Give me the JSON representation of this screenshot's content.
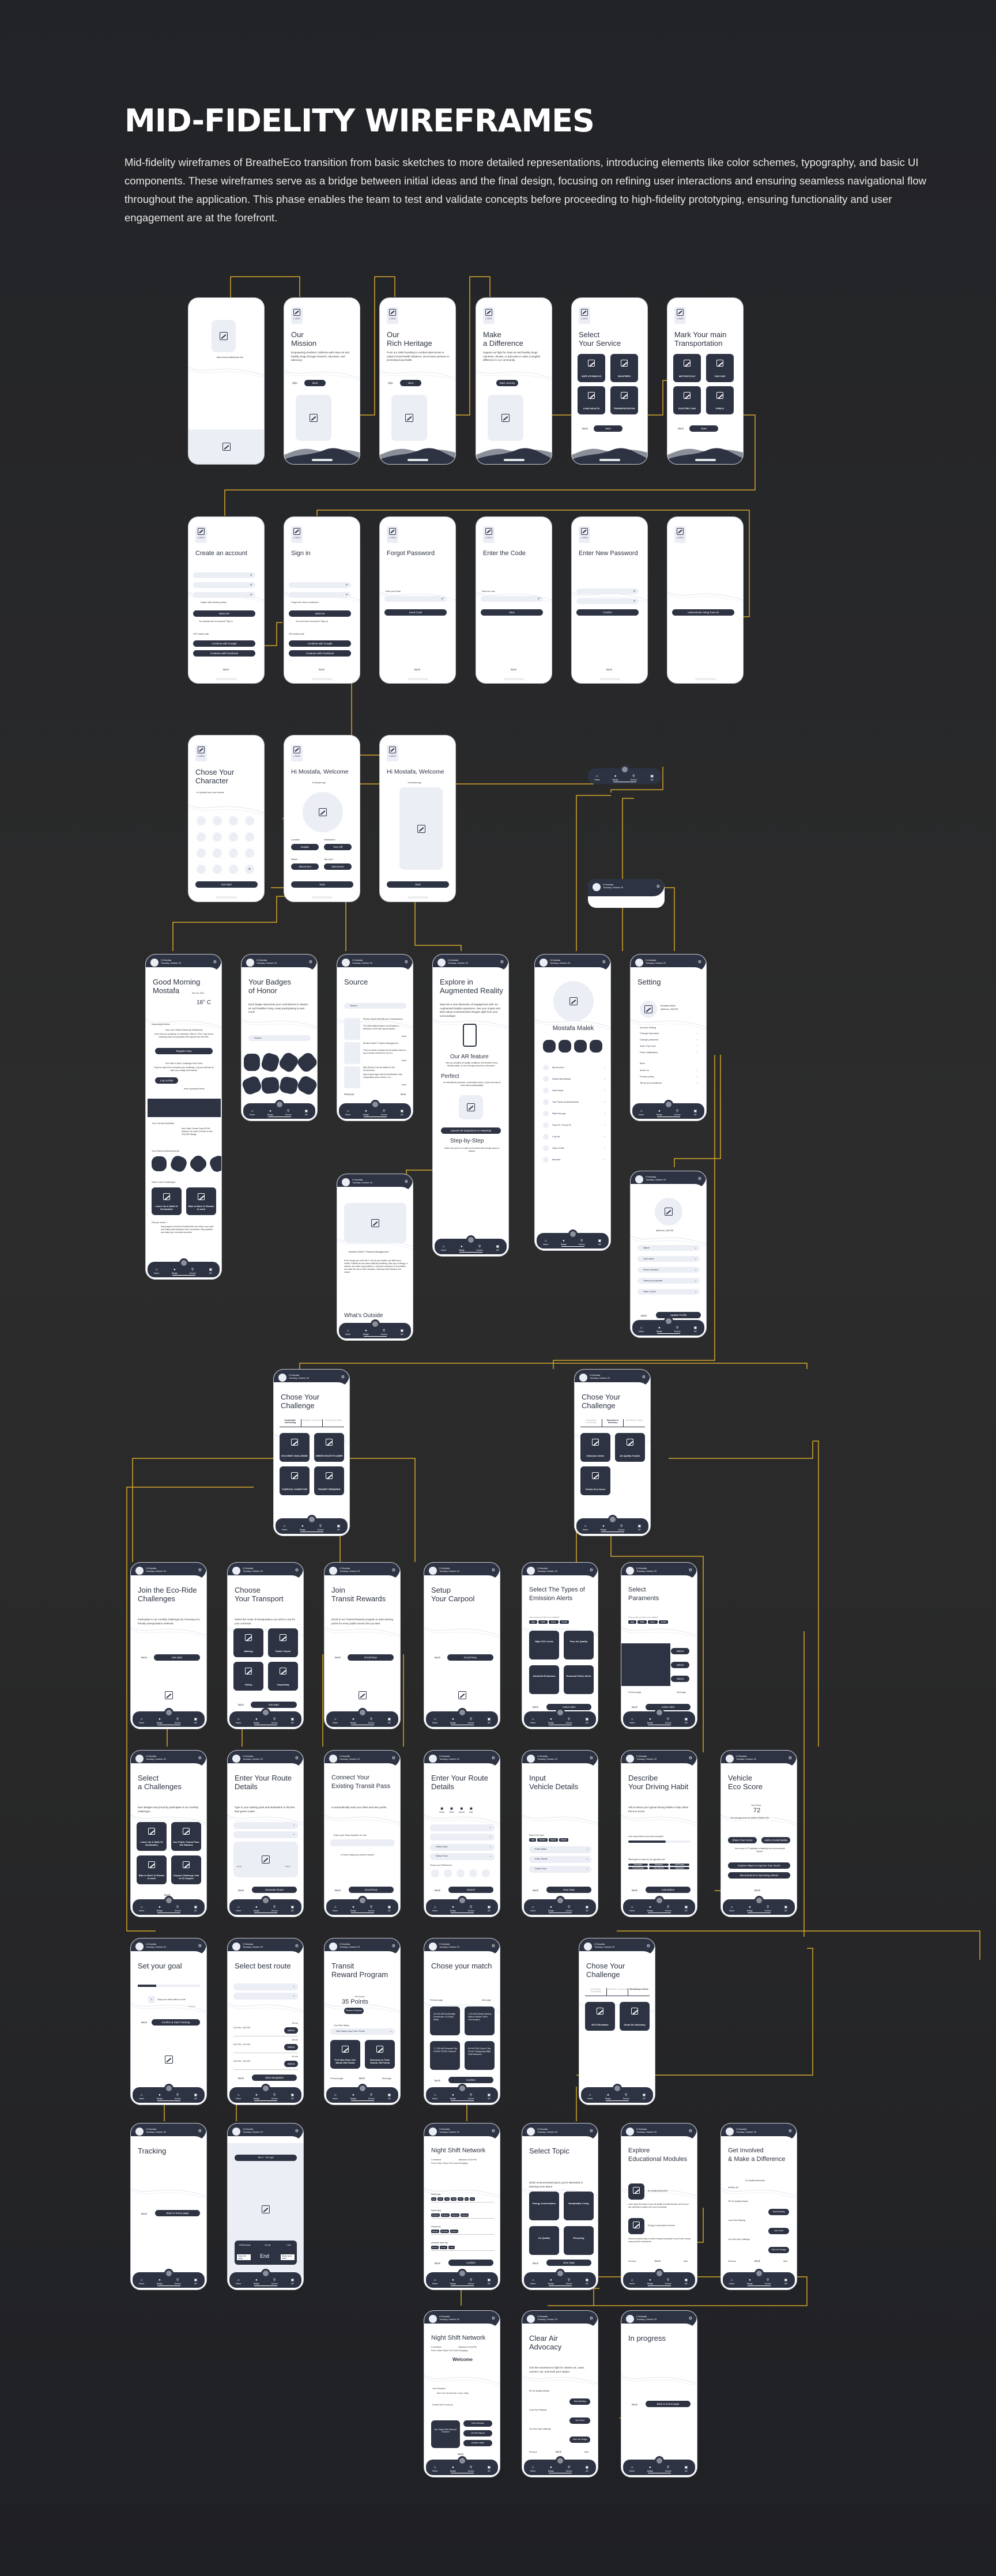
{
  "header": {
    "title": "MID-FIDELITY WIREFRAMES",
    "description": "Mid-fidelity wireframes of BreatheEco transition from basic sketches to more detailed representations, introducing elements like color schemes, typography, and basic UI components. These wireframes serve as a bridge between initial ideas and the final design, focusing on refining user interactions and ensuring seamless navigational flow throughout the application. This phase enables the team to test and validate concepts before proceeding to high-fidelity prototyping, ensuring functionality and user engagement are at the forefront."
  },
  "colors": {
    "background": "#222327",
    "primary": "#2d3343",
    "wire": "#d4a62a",
    "placeholder": "#eceef6"
  },
  "common": {
    "logo": "LOGO",
    "greeting": "Hi Mostafa",
    "date": "Tuesday, October 29",
    "back": "Back",
    "nav": [
      "Home",
      "Badge",
      "",
      "Source",
      "AR"
    ],
    "icons": {
      "settings": "gear-icon",
      "image": "image-placeholder-icon"
    }
  },
  "onboarding": [
    {
      "url": "https://www.breatheinsde.com"
    },
    {
      "title": "Our\nMission",
      "desc": "Empowering Southern California with clean air and healthy lungs through research, education, and advocacy.",
      "skip": "Skip",
      "next": "Next"
    },
    {
      "title": "Our\nRich Heritage",
      "desc": "From our 1900 founding to combat tuberculosis to today's broad health initiatives, we've been pioneers in promoting lung health.",
      "skip": "Skip",
      "next": "Next"
    },
    {
      "title": "Make\na Difference",
      "desc": "Support our fight for clean air and healthy lungs. Volunteer, donate, or advocate to make a tangible difference in our community.",
      "next": "Start Journey"
    },
    {
      "title": "Select\nYour Service",
      "tiles": [
        "VAPE &TOBACCO",
        "WILDFIRES",
        "LUNG HEALTH",
        "TRANSPORTATION"
      ],
      "back": "Back",
      "next": "Next"
    },
    {
      "title": "Mark Your main\nTransportation",
      "tiles": [
        "MOTORCYCLE",
        "GAS CAR",
        "ELECTRIC CAR",
        "PUBLIC"
      ],
      "back": "Back",
      "next": "Start"
    }
  ],
  "auth": [
    {
      "title": "Create an account",
      "privacy": "I agree with privacy policy",
      "button": "SIGN UP",
      "switch": "You already have an account? Sign in",
      "or": "OR Continue with",
      "google": "Continue with Google",
      "facebook": "Continue with Facebook",
      "back": "Back"
    },
    {
      "title": "Sign in",
      "forgot": "Forgot user name or password",
      "button": "SIGN IN",
      "switch": "You don't have an account? Sign up",
      "or": "OR continue with",
      "google": "Continue with Google",
      "facebook": "Continue with Facebook",
      "back": "Back"
    },
    {
      "title": "Forgot Password",
      "label": "Enter your Email",
      "button": "Send Code",
      "back": "Back"
    },
    {
      "title": "Enter the Code",
      "label": "Enter the code",
      "button": "Next",
      "back": "Back"
    },
    {
      "title": "Enter New Password",
      "button": "Confirm",
      "back": "Back"
    },
    {
      "button": "Authenticate Using Face ID"
    }
  ],
  "setup": [
    {
      "title": "Chose Your\nCharacter",
      "sub": "or Upload from your device",
      "button": "Get Start"
    },
    {
      "title": "Hi Mostafa, Welcome",
      "sub": "To Breathe App",
      "location": "Location",
      "location_btn": "Enable",
      "notification": "Notification",
      "notification_btn": "Turn Off",
      "watch": "Watch",
      "watch_btn": "disconnect",
      "tap": "Tap card",
      "tap_btn": "disconnect",
      "button": "Start"
    },
    {
      "title": "Hi Mostafa, Welcome",
      "sub": "To Breathe App",
      "button": "Start"
    }
  ],
  "home": {
    "title": "Good Morning\nMostafa",
    "date": "Nov 16, 2024",
    "temp": "18° C",
    "upcoming": "Upcoming Events",
    "event1_title": "\"Join Our Virtual Clean Air Workshop\"",
    "event1_body": "Don't miss our workshop on November 15th at 7 PM. Learn about reducing indoor air pollutants with experts from the EPA.",
    "register": "Register Now",
    "event2_title": "Your 'Bike to Work' Challenge Ends Soon!",
    "event2_body": "Only two days left to complete your challenge. Log your last trips to claim your badge and rewards.",
    "log": "Log Activity",
    "more": "More upcoming Events",
    "current": "Your Current Activities",
    "activity": "Use Public Transit: Pass 87/100 Stations You need 13 Pass to earn GOLDEN Badge",
    "achievements": "Your Recent Achievements",
    "start_new": "Start a new Challenges",
    "tiles": [
      "Leave Car & Walk 10 Destination",
      "Bike to Work 12 Routes to work"
    ],
    "did_you_know": "Did you know ?",
    "fact": "Using apps to check live transit times can reduce your wait and make public transport more convenient. Stay updated and make your commute smoother."
  },
  "badges": {
    "title": "Your Badges\nof Honor",
    "desc": "Each badge represents your commitment to cleaner air and healthier living. Keep participating to earn more!",
    "search": "Search"
  },
  "source": {
    "title": "Source",
    "search": "Search",
    "items": [
      {
        "title": "Electric Vehicle Benefits and Considerations",
        "body": "The United States became a net exporter of petroleum in 2020 with exports imports ...",
        "more": "More"
      },
      {
        "title": "Breathe Easier™ Asthma Management",
        "body": "There are plenty of climate and air quality reasons to buy an electric vehicle (EV), but is it ...",
        "more": "More"
      },
      {
        "title": "Why Electric Cars Are Better for the Environment",
        "body": "Many experts agree that the electrification of the transportation sector will be in our ...",
        "more": "More"
      }
    ],
    "previous": "Previous",
    "next": "Next"
  },
  "article": {
    "title": "Breathe Easier™ Asthma Management",
    "body": "Even though you can't see it, the air you breathe can affect your health. Polluted air can cause difficulty breathing, flare-ups of allergy or asthma, and other lung problems. Long-term exposure to air pollution can raise the risk of other diseases, including heart disease and cancer.",
    "heading": "What's Outside"
  },
  "ar": {
    "title": "Explore in\nAugmented Reality",
    "desc": "Step into a new dimension of engagement with our Augmented Reality experience. See your impact and learn about environmental changes right from your surroundings!",
    "feature": "Our AR feature",
    "feature_desc": "lets you visualize air quality conditions, the benefits of eco-friendly habits, & more through immersive, interactive ...",
    "perfect": "Perfect",
    "perfect_desc": "for educational purposes, community events, or just a fun way to learn about sustainability!",
    "launch": "Launch AR Experience in Hawerlop",
    "steps": "Step-by-Step",
    "steps_desc": "Make sure you're in a safe environment with enough space to explore."
  },
  "profile": {
    "name": "Mostafa Malek",
    "handle": "@Mosei_348735",
    "menu": [
      "My Account",
      "Saved Beneficiary",
      "Dark Mode",
      "Two Factor Authentication",
      "Rate this app",
      "Face ID / Touch ID",
      "Log out",
      "Help Center",
      "Member"
    ]
  },
  "settings": {
    "title": "Setting",
    "name": "Mostafa Malek",
    "handle": "@Mosei_348735",
    "section1": "Account Setting",
    "items1": [
      "Change Username",
      "Change password",
      "Add a Tap Card",
      "Push notifications"
    ],
    "section2": "More",
    "items2": [
      "About us",
      "Privacy policy",
      "Terms and conditions"
    ]
  },
  "edit_profile": {
    "handle": "@Mosei_348735",
    "fields": [
      "Name",
      "Last name",
      "Phone Number",
      "Select your gender",
      "Date of birth"
    ],
    "button": "Update Profile"
  },
  "challenge_tabs": [
    "Sustainable Commuting",
    "Education & Advocacy",
    "Monitoring & Alerts"
  ],
  "challenges": [
    {
      "title": "Chose Your\nChallenge",
      "tiles": [
        "ECO-RIDE CHALLENGE",
        "GREEN ROUTE PLANER",
        "CARPOOL CONECTOR",
        "TRANSIT REWARDS"
      ]
    },
    {
      "title": "Chose Your\nChallenge",
      "tiles": [
        "Emission Alerts",
        "Air Quality Tracker",
        "Vehicle Eco-Score"
      ]
    },
    {
      "title": "Chose Your\nChallenge",
      "tiles": [
        "ECO Education",
        "Clean Air Advocacy"
      ]
    }
  ],
  "row1": [
    {
      "title": "Join the Eco-Ride\nChallenges",
      "desc": "Participate in our monthly challenges by choosing eco-friendly transportation methods.",
      "button": "Get Start"
    },
    {
      "title": "Choose\nYour Transport",
      "desc": "Select the mode of transportation you wish to use for your commute",
      "tiles": [
        "Walking",
        "Public Transit",
        "biking",
        "Carpooling"
      ],
      "button": "Get Start"
    },
    {
      "title": "Join\nTransit Rewards",
      "desc": "Enroll in our Transit Rewards program to start earning points for every public transit ride you take.",
      "button": "Enroll Now"
    },
    {
      "title": "Setup\nYour Carpool",
      "button": "Enroll Now"
    },
    {
      "title": "Select The Types of\nEmission Alerts",
      "prompt": "How would you like to be notified?",
      "channels": [
        "App",
        "SMS",
        "CALL",
        "Email"
      ],
      "tiles": [
        "High CO2 Levels",
        "Poor Air Quality",
        "Industrial Emissions",
        "Seasonal Pollen Alerts"
      ],
      "button": "Active Alert"
    },
    {
      "title": "Select\nParaments",
      "prompt": "How would you like to be notified?",
      "channels": [
        "App",
        "SMS",
        "CALL",
        "Email"
      ],
      "select": "Select",
      "prev": "Previous page",
      "next": "Next page",
      "button": "Active Alert"
    }
  ],
  "row2": [
    {
      "title": "Select\na Challenges",
      "desc": "Earn Badges and proud by participate in our monthly challenges.",
      "tiles": [
        "Leave Car & Walk 10 Destination",
        "Use Public Transit Pass 100 Stations",
        "Bike to Work 12 Routes to work",
        "Carpool Challenge Join to 10 Carpool"
      ]
    },
    {
      "title": "Enter Your Route\nDetails",
      "desc": "Type in your starting point and destination to find the best green routes.",
      "map_from": "Home",
      "map_to": "CSUN",
      "button": "Generate Route"
    },
    {
      "title": "Connect Your\nExisting Transit Pass",
      "desc": "to automatically track your rides and earn points.",
      "label": "Enter your Pass Number to Link",
      "scan": "or Scan it using your phone's camera",
      "button": "Enroll Now"
    },
    {
      "title": "Enter Your Route\nDetails",
      "places": [
        "Home",
        "Work",
        "School",
        "Add"
      ],
      "date": "Select Date",
      "time": "Select Time",
      "pref": "Chose your Preferences",
      "button": "Search"
    },
    {
      "title": "Input\nVehicle Details",
      "fuel": "Select Fuel Type",
      "fuels": [
        "Gas",
        "Electric",
        "Hybrid",
        "Diesel"
      ],
      "fields": [
        "Enter Make",
        "Enter Model",
        "Select Year"
      ],
      "button": "Next Step"
    },
    {
      "title": "Describe\nYour Driving Habit",
      "desc": "Tell us about your typical driving habits to help refine the Eco-Score",
      "q1": "How many miles do you drive annually?",
      "q2": "What types of roads do you typically use?",
      "roads": [
        "Mountain",
        "Resident",
        "Toll Roads",
        "Rural Roads",
        "City Streets",
        "Highways"
      ],
      "button": "Calculation"
    },
    {
      "title": "Vehicle\nEco Score",
      "score_label": "Your Score:",
      "score": "72",
      "avg": "The average score for similar vehicles is 81",
      "share": "Share Your Score",
      "social": "Add to Social Media",
      "note": "Your score of 72 indicates a relatively low environmental impact.",
      "explore": "Explore Ways to Improve Your Score",
      "recommend": "Recommend to improving vehicle"
    }
  ],
  "row3": [
    {
      "title": "Set your goal",
      "days": "3",
      "days_label": "Days per week bike to work",
      "weekly": "Weekly",
      "button": "Confirm & Start Tracking"
    },
    {
      "title": "Select best route",
      "routes": [
        {
          "time": "29 min",
          "span": "8:23 PM - 8:52 PM"
        },
        {
          "time": "36 min",
          "span": "8:31 PM - 9:01 PM"
        },
        {
          "time": "40 min",
          "span": "8:23 PM - 8:52 PM"
        }
      ],
      "select": "Select",
      "button": "Start Navigation"
    },
    {
      "title": "Transit\nReward Program",
      "score_label": "Your Score:",
      "points": "35 Points",
      "redeem": "Redeem Rewards",
      "history": "Your Ride History",
      "history_dd": "See History and Your Points",
      "tiles": [
        "Free Bus Pass One Month 500 Points",
        "Discount on Train Tickets 750 Points"
      ],
      "prev": "Previous page",
      "next": "Next page"
    },
    {
      "title": "Chose your match",
      "prev": "Previous page",
      "next": "Next page",
      "tiles": [
        "5-6:30 AM Northridge Downtown LA Early Birds",
        "7:00 AM Santa Monica Silicon Beach Tech Commuters",
        "7-7:30 AM Reseda City CSUN CSUN Carpool",
        "8-9:00 PM Culver City Grove Shopping Night Shift Network"
      ],
      "button": "Confirm"
    }
  ],
  "row4": [
    {
      "title": "Tracking",
      "button": "Back to home page"
    },
    {
      "nav_dist": "400 m",
      "nav_turn": "Turn right",
      "arrival": "09:08 arrival",
      "min": "15 min",
      "km": "1 km",
      "save": "Save the route",
      "end": "End",
      "share": "Share your route"
    },
    {
      "title": "Night Shift Network",
      "members": "3 members",
      "between": "Between 8-9:00 PM",
      "from": "From Culver City to The Grove Shopping",
      "day": "Select day",
      "days": [
        "Sun",
        "Mon",
        "Tue",
        "Wed",
        "Thu",
        "Fri",
        "Sat"
      ],
      "time": "Select time",
      "times": [
        "8:15 am",
        "8:30 am",
        "8:45 am",
        "9:00 am"
      ],
      "freq": "Frequency",
      "freqs": [
        "Weekly",
        "Bi-Week",
        "Custom"
      ],
      "remind": "reminder befor trip",
      "reminds": [
        "30 min",
        "1 hour",
        "1 day"
      ],
      "button": "Confirm"
    },
    {
      "title": "Select Topic",
      "desc": "which environmental topics you're interested in learning more about",
      "tiles": [
        "Energy Conservation",
        "Sustainable Living",
        "Air Quality",
        "Recycling"
      ],
      "button": "Next Step"
    },
    {
      "title": "Explore\nEducational Modules",
      "m1": "Air Quality Awareness",
      "m1_desc": "Learn about the causes of poor air quality, its health impacts, and how you can contribute to cleaner air in your community.",
      "m2": "Energy Conservation at Home",
      "m2_desc": "Discover practical ways to reduce energy consumption in your home, saving money and the environment.",
      "more": "More",
      "prev": "Previous",
      "next": "Next"
    },
    {
      "title": "Get Involved\n& Make a Difference",
      "sub": "Air Quality Awareness",
      "list": "Activity List:",
      "acts": [
        {
          "t": "DIY Air Quality Monitor",
          "b": "Start Building"
        },
        {
          "t": "Local Tree Planting",
          "b": "Join Event"
        },
        {
          "t": "Car-Free Day Challenge",
          "b": "Take the Pledge"
        }
      ],
      "prev": "Previous",
      "next": "Next"
    }
  ],
  "row5": [
    {
      "title": "Night Shift Network",
      "members": "3 members",
      "between": "Between 8-9:30 PM",
      "from": "From Culver City to The Grove Shopping",
      "welcome": "Welcome",
      "schedule": "Your Schedule",
      "sched_val": "Mon Tue Thu  8:30 am  1 hour, 1Day",
      "contact": "Contact from Group by",
      "join": "Join \"Night Shift Network\" Channel",
      "edit": "Edit Schedule",
      "left": "Left the carpool",
      "another": "another match"
    },
    {
      "title": "Clear Air\nAdvocacy",
      "desc": "Join the movement to fight for cleaner air. Learn, connect, act, and track your impact.",
      "acts": [
        {
          "t": "DIY Air Quality Monitor",
          "b": "Start Building"
        },
        {
          "t": "Local Tree Planting",
          "b": "Join Event"
        },
        {
          "t": "Car-Free Day Challenge",
          "b": "Take the Pledge"
        }
      ],
      "prev": "Previous",
      "next": "Next"
    },
    {
      "title": "In progress",
      "button": "Back to home page"
    }
  ]
}
